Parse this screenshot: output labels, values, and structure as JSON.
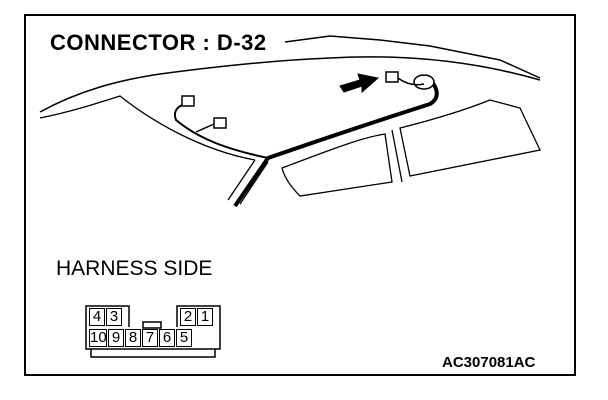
{
  "diagram": {
    "title": "CONNECTOR : D-32",
    "harness_label": "HARNESS SIDE",
    "figure_code": "AC307081AC",
    "connector_pins": {
      "top_row_left": [
        "4",
        "3"
      ],
      "top_row_right": [
        "2",
        "1"
      ],
      "bottom_row": [
        "10",
        "9",
        "8",
        "7",
        "6",
        "5"
      ]
    }
  }
}
